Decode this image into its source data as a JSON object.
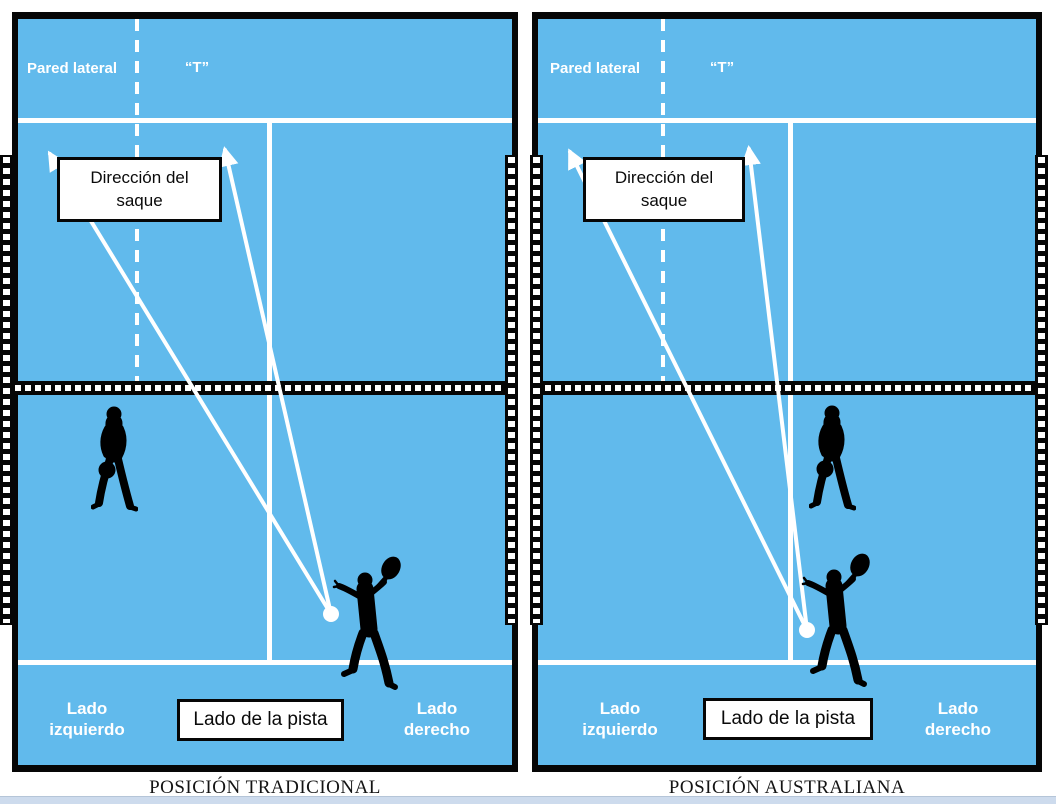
{
  "colors": {
    "court_blue": "#61baec",
    "frame_black": "#060606",
    "line_white": "#ffffff",
    "bottom_strip": "#cddbed"
  },
  "panels": [
    {
      "caption": "POSICIÓN TRADICIONAL",
      "side_wall_label": "Pared lateral",
      "t_label": "“T”",
      "direction_box": {
        "line1": "Dirección del",
        "line2": "saque"
      },
      "left_side_label": {
        "line1": "Lado",
        "line2": "izquierdo"
      },
      "court_side_box": "Lado de la pista",
      "right_side_label": {
        "line1": "Lado",
        "line2": "derecho"
      }
    },
    {
      "caption": "POSICIÓN AUSTRALIANA",
      "side_wall_label": "Pared lateral",
      "t_label": "“T”",
      "direction_box": {
        "line1": "Dirección del",
        "line2": "saque"
      },
      "left_side_label": {
        "line1": "Lado",
        "line2": "izquierdo"
      },
      "court_side_box": "Lado de la pista",
      "right_side_label": {
        "line1": "Lado",
        "line2": "derecho"
      }
    }
  ]
}
